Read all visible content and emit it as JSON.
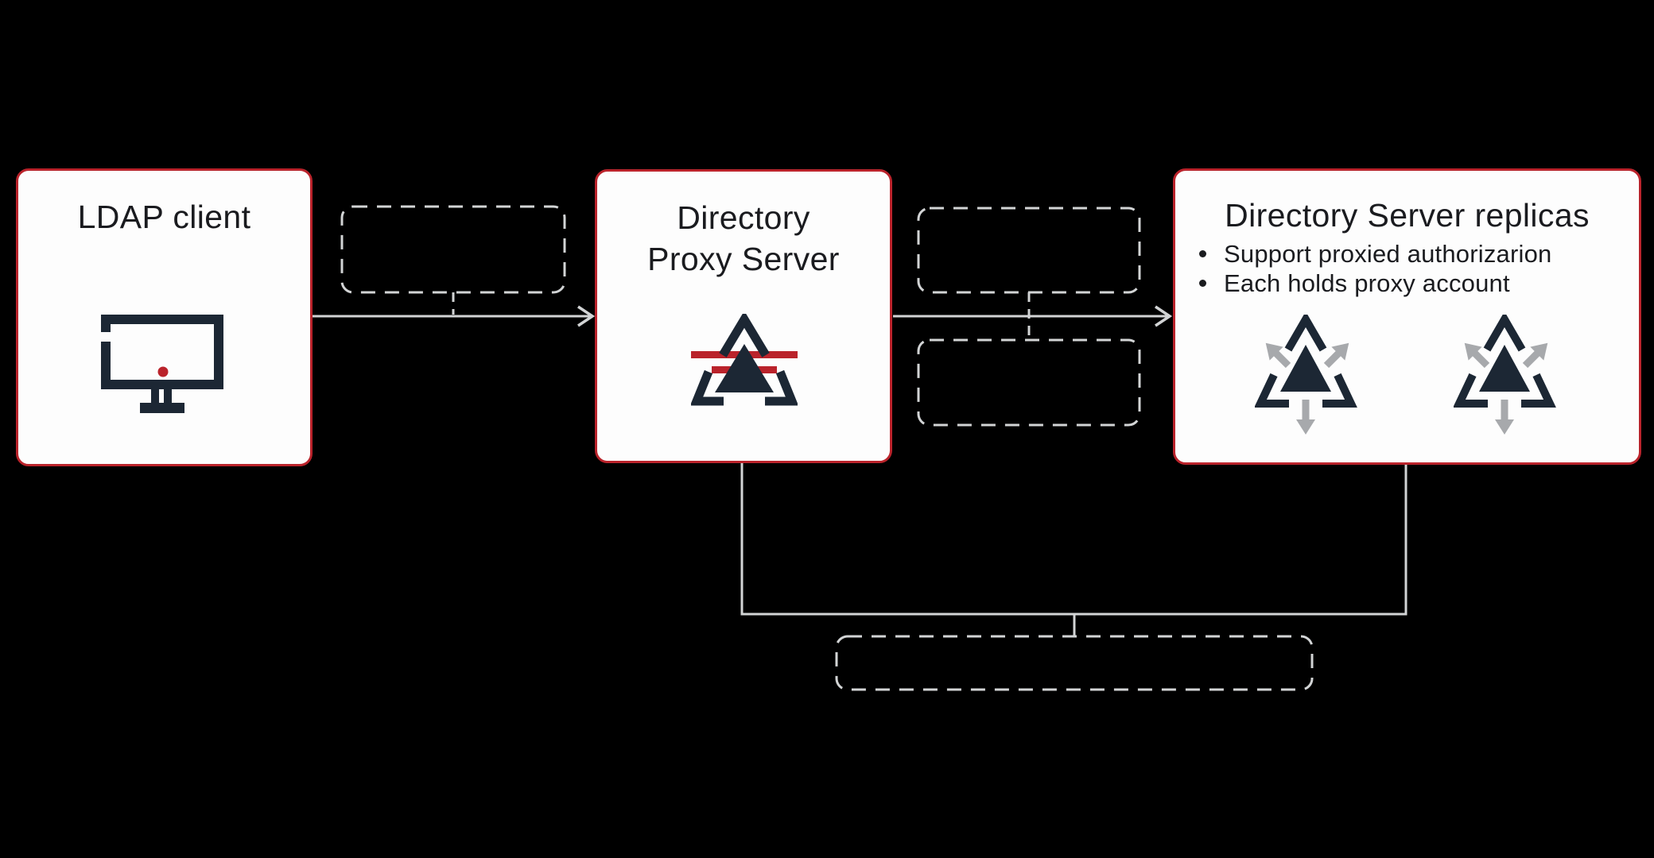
{
  "colors": {
    "background": "#000000",
    "box_fill": "#fdfdfd",
    "box_border_red": "#ba232b",
    "icon_navy": "#1c2734",
    "icon_red": "#ba232b",
    "replica_arrow_gray": "#a7a9ac",
    "connector_gray": "#d2d4d5",
    "text": "#1a1b1f"
  },
  "nodes": {
    "ldap_client": {
      "title": "LDAP client",
      "icon": "monitor-icon"
    },
    "directory_proxy_server": {
      "title_line1": "Directory",
      "title_line2": "Proxy Server",
      "icon": "directory-server-triangle-icon"
    },
    "directory_server_replicas": {
      "title": "Directory Server replicas",
      "bullets": [
        "Support proxied authorizarion",
        "Each holds proxy account"
      ],
      "icon": "replica-triangle-sync-icon",
      "icon_count": 2
    }
  }
}
